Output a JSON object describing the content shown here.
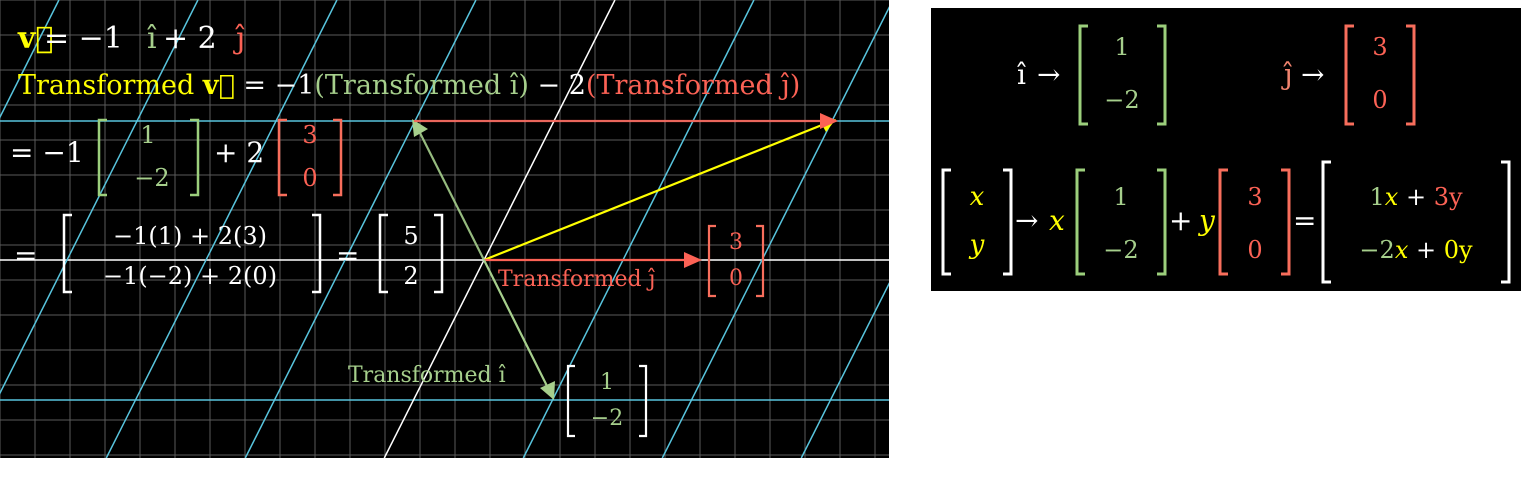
{
  "colors": {
    "yellow": "#ffff00",
    "green": "#a6cf8c",
    "red": "#fc6255",
    "salmon": "#f0836e",
    "white": "#ffffff",
    "grid_blue": "#58c4dd",
    "bracket_green": "#9ccf7c",
    "bracket_red": "#f86e5c"
  },
  "left": {
    "v_symbol": "v⃗",
    "v_eq": " = −1",
    "i_hat": "î",
    "plus_2": " + 2",
    "j_hat": "ĵ",
    "line2_transformed_v": "Transformed ",
    "line2_v": "v⃗",
    "line2_eq": " = −1",
    "line2_paren_i": "(Transformed î)",
    "line2_minus2": " − 2",
    "line2_paren_j": "(Transformed ĵ)",
    "line3_prefix": "= −1",
    "line3_plus2": "+ 2",
    "m_i": [
      "1",
      "−2"
    ],
    "m_j": [
      "3",
      "0"
    ],
    "line4_prefix": "=",
    "line4_top": "−1(1) + 2(3)",
    "line4_bot": "−1(−2) + 2(0)",
    "line4_eq": "=",
    "result": [
      "5",
      "2"
    ],
    "label_transformed_j": "Transformed ĵ",
    "label_transformed_i": "Transformed î",
    "label_j_vec": [
      "3",
      "0"
    ],
    "label_i_vec": [
      "1",
      "−2"
    ]
  },
  "right": {
    "i_hat": "î",
    "j_hat": "ĵ",
    "arrow": "→",
    "i_vec": [
      "1",
      "−2"
    ],
    "j_vec": [
      "3",
      "0"
    ],
    "xy": [
      "x",
      "y"
    ],
    "x": "x",
    "y": "y",
    "plus": "+",
    "eq": "=",
    "res_top_1": "1",
    "res_top_x": "x",
    "res_top_plus": " + ",
    "res_top_3y": "3y",
    "res_bot_m2": "−2",
    "res_bot_x": "x",
    "res_bot_plus": " + ",
    "res_bot_0y": "0y"
  }
}
